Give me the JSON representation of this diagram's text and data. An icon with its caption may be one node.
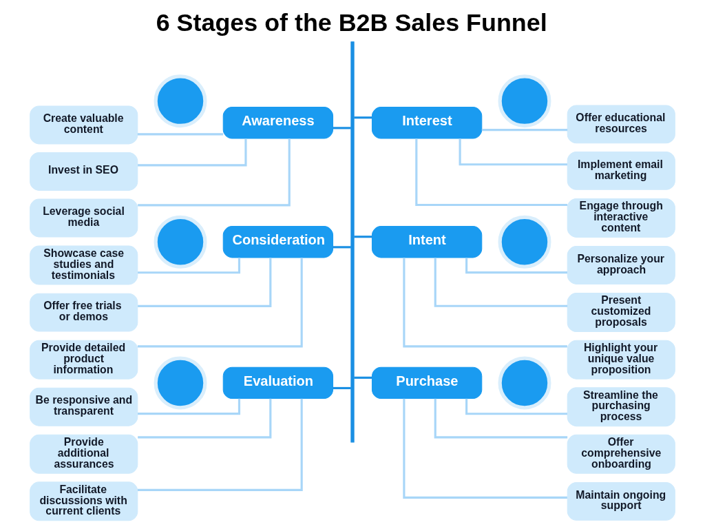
{
  "diagram": {
    "title": "6 Stages of the B2B Sales Funnel",
    "nodes": [
      {
        "text": [],
        "shape": "bar"
      },
      {
        "text": [],
        "shape": "circle"
      },
      {
        "text": [
          "Awareness"
        ]
      },
      {
        "text": [
          "Interest"
        ]
      },
      {
        "text": [],
        "shape": "circle"
      },
      {
        "text": [
          "Create valuable content"
        ]
      },
      {
        "text": [
          "Invest in SEO"
        ]
      },
      {
        "text": [
          "Leverage social media"
        ]
      },
      {
        "text": [
          "Offer educational resources"
        ]
      },
      {
        "text": [
          "Implement email marketing"
        ]
      },
      {
        "text": [
          "Engage through interactive content"
        ]
      },
      {
        "text": [],
        "shape": "circle"
      },
      {
        "text": [
          "Consideration"
        ]
      },
      {
        "text": [
          "Intent"
        ]
      },
      {
        "text": [],
        "shape": "circle"
      },
      {
        "text": [
          "Showcase case studies and testimonials"
        ]
      },
      {
        "text": [
          "Offer free trials or demos"
        ]
      },
      {
        "text": [
          "Provide detailed product information"
        ]
      },
      {
        "text": [
          "Personalize your approach"
        ]
      },
      {
        "text": [
          "Present customized proposals"
        ]
      },
      {
        "text": [
          "Highlight your unique value proposition"
        ]
      },
      {
        "text": [],
        "shape": "circle"
      },
      {
        "text": [
          "Evaluation"
        ]
      },
      {
        "text": [
          "Purchase"
        ]
      },
      {
        "text": [],
        "shape": "circle"
      },
      {
        "text": [
          "Be responsive and transparent"
        ]
      },
      {
        "text": [
          "Provide additional assurances"
        ]
      },
      {
        "text": [
          "Facilitate discussions with current clients"
        ]
      },
      {
        "text": [
          "Streamline the purchasing process"
        ]
      },
      {
        "text": [
          "Offer comprehensive onboarding"
        ]
      },
      {
        "text": [
          "Maintain ongoing support"
        ]
      }
    ],
    "edges": [
      {
        "from": 0,
        "to": 2,
        "arrow": "none",
        "color": "#1a8fe3"
      },
      {
        "from": 0,
        "to": 3,
        "arrow": "none",
        "color": "#1a8fe3"
      },
      {
        "from": 0,
        "to": 12,
        "arrow": "none",
        "color": "#1a8fe3"
      },
      {
        "from": 0,
        "to": 13,
        "arrow": "none",
        "color": "#1a8fe3"
      },
      {
        "from": 0,
        "to": 22,
        "arrow": "none",
        "color": "#1a8fe3"
      },
      {
        "from": 0,
        "to": 23,
        "arrow": "none",
        "color": "#1a8fe3"
      },
      {
        "from": 2,
        "to": 5,
        "arrow": "none"
      },
      {
        "from": 2,
        "to": 6,
        "arrow": "none"
      },
      {
        "from": 2,
        "to": 7,
        "arrow": "none"
      },
      {
        "from": 3,
        "to": 8,
        "arrow": "none"
      },
      {
        "from": 3,
        "to": 9,
        "arrow": "none"
      },
      {
        "from": 3,
        "to": 10,
        "arrow": "none"
      },
      {
        "from": 12,
        "to": 15,
        "arrow": "none"
      },
      {
        "from": 12,
        "to": 16,
        "arrow": "none"
      },
      {
        "from": 12,
        "to": 17,
        "arrow": "none"
      },
      {
        "from": 13,
        "to": 18,
        "arrow": "none"
      },
      {
        "from": 13,
        "to": 19,
        "arrow": "none"
      },
      {
        "from": 13,
        "to": 20,
        "arrow": "none"
      },
      {
        "from": 22,
        "to": 25,
        "arrow": "none"
      },
      {
        "from": 22,
        "to": 26,
        "arrow": "none"
      },
      {
        "from": 22,
        "to": 27,
        "arrow": "none"
      },
      {
        "from": 23,
        "to": 28,
        "arrow": "none"
      },
      {
        "from": 23,
        "to": 29,
        "arrow": "none"
      },
      {
        "from": 23,
        "to": 30,
        "arrow": "none"
      }
    ]
  }
}
